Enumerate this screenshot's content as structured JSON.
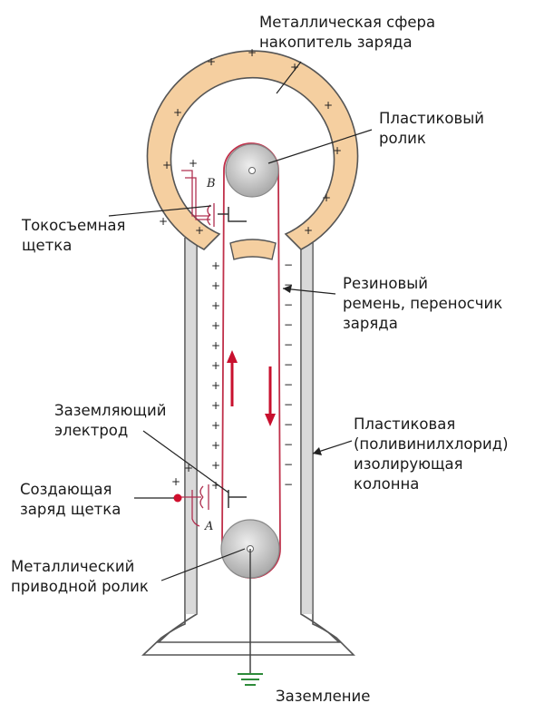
{
  "labels": {
    "sphere": [
      "Металлическая сфера",
      "накопитель заряда"
    ],
    "top_roller": [
      "Пластиковый",
      "ролик"
    ],
    "collector_brush": [
      "Токосъемная",
      "щетка"
    ],
    "belt": [
      "Резиновый",
      "ремень, переносчик",
      "заряда"
    ],
    "ground_electrode": [
      "Заземляющий",
      "электрод"
    ],
    "column": [
      "Пластиковая",
      "(поливинилхлорид)",
      "изолирующая",
      "колонна"
    ],
    "charging_brush": [
      "Создающая",
      "заряд щетка"
    ],
    "drive_roller": [
      "Металлический",
      "приводной ролик"
    ],
    "ground": "Заземление"
  },
  "letters": {
    "top": "B",
    "bottom": "A"
  },
  "symbols": {
    "plus": "+",
    "minus": "−"
  },
  "colors": {
    "sphere_fill": "#f5cfa0",
    "belt": "#c0304a",
    "arrow": "#c8102e",
    "ground": "#2e8b3a",
    "brush": "#b03050",
    "roller": "#c8c8c8"
  }
}
